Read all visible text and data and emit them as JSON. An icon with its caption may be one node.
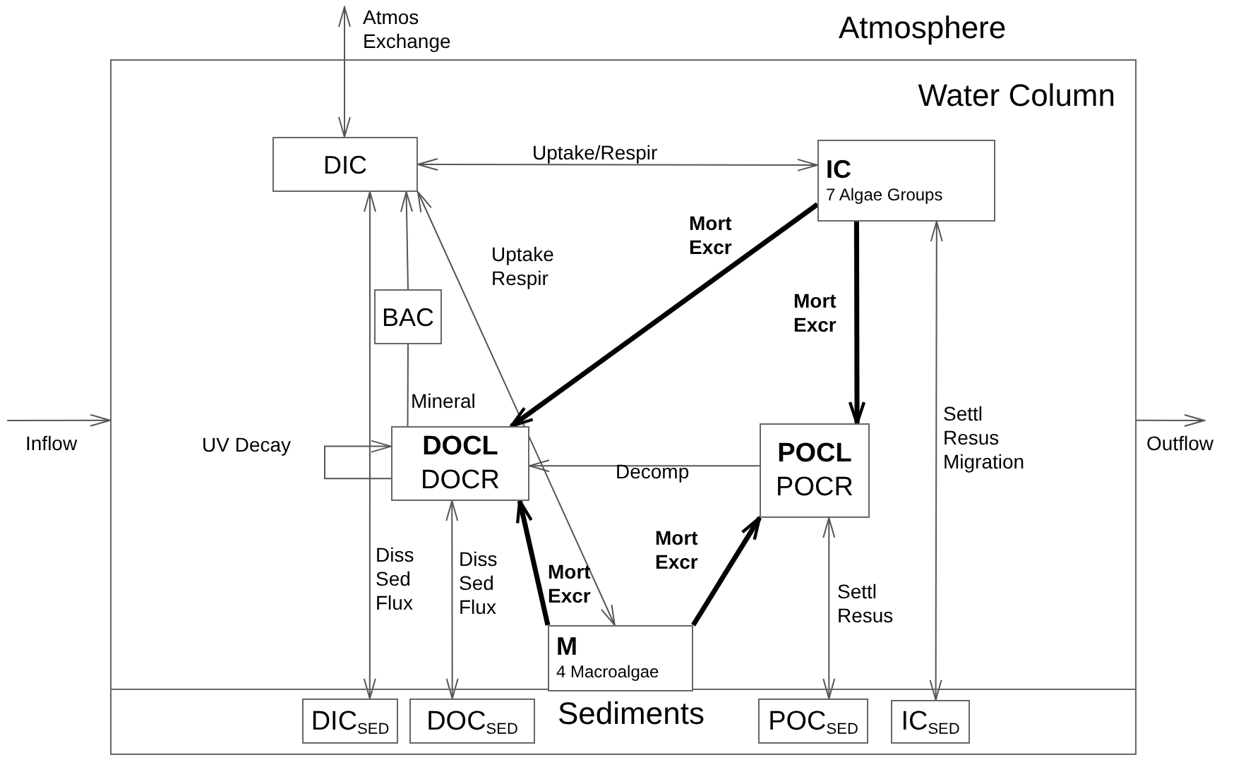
{
  "diagram": {
    "nodes": [
      {
        "text": [
          "Water Column"
        ]
      },
      {
        "text": [
          "Sediments"
        ],
        "in": 0
      },
      {
        "text": [
          "DIC"
        ],
        "in": 0
      },
      {
        "text": [
          "IC",
          "7 Algae Groups"
        ],
        "in": 0
      },
      {
        "text": [
          "BAC"
        ],
        "in": 0
      },
      {
        "text": [
          "DOCL",
          "DOCR"
        ],
        "in": 0
      },
      {
        "text": [
          "POCL",
          "POCR"
        ],
        "in": 0
      },
      {
        "text": [
          "M",
          "4 Macroalgae"
        ],
        "in": 0
      },
      {
        "text": [
          "DIC$_{SED}$"
        ],
        "in": 1
      },
      {
        "text": [
          "DOC$_{SED}$"
        ],
        "in": 1
      },
      {
        "text": [
          "POC$_{SED}$"
        ],
        "in": 1
      },
      {
        "text": [
          "IC$_{SED}$"
        ],
        "in": 1
      }
    ],
    "edges": [
      {
        "from": 2,
        "to": null,
        "arrow": "both",
        "label": "Atmos Exchange"
      },
      {
        "from": 2,
        "to": 3,
        "arrow": "both",
        "label": "Uptake/Respir"
      },
      {
        "from": 4,
        "to": 2,
        "arrow": "to"
      },
      {
        "from": 5,
        "to": 4,
        "arrow": "none",
        "label": "Mineral"
      },
      {
        "from": 2,
        "to": 8,
        "arrow": "both",
        "label": "Diss Sed Flux"
      },
      {
        "from": 5,
        "to": 9,
        "arrow": "both",
        "label": "Diss Sed Flux"
      },
      {
        "from": 2,
        "to": 7,
        "arrow": "both",
        "label": "Uptake Respir"
      },
      {
        "from": 3,
        "to": 5,
        "arrow": "to",
        "label": "Mort Excr",
        "style": "thick"
      },
      {
        "from": 3,
        "to": 6,
        "arrow": "to",
        "label": "Mort Excr",
        "style": "thick"
      },
      {
        "from": 6,
        "to": 5,
        "arrow": "to",
        "label": "Decomp"
      },
      {
        "from": 7,
        "to": 5,
        "arrow": "to",
        "label": "Mort Excr",
        "style": "thick"
      },
      {
        "from": 7,
        "to": 6,
        "arrow": "to",
        "label": "Mort Excr",
        "style": "thick"
      },
      {
        "from": 6,
        "to": 10,
        "arrow": "both",
        "label": "Settl Resus"
      },
      {
        "from": 3,
        "to": 11,
        "arrow": "both",
        "label": "Settl Resus Migration"
      },
      {
        "from": 5,
        "to": 5,
        "arrow": "to",
        "label": "UV Decay"
      },
      {
        "from": null,
        "to": 0,
        "arrow": "to",
        "label": "Inflow"
      },
      {
        "from": 0,
        "to": null,
        "arrow": "to",
        "label": "Outflow"
      }
    ],
    "labels": [
      "Atmosphere"
    ]
  }
}
